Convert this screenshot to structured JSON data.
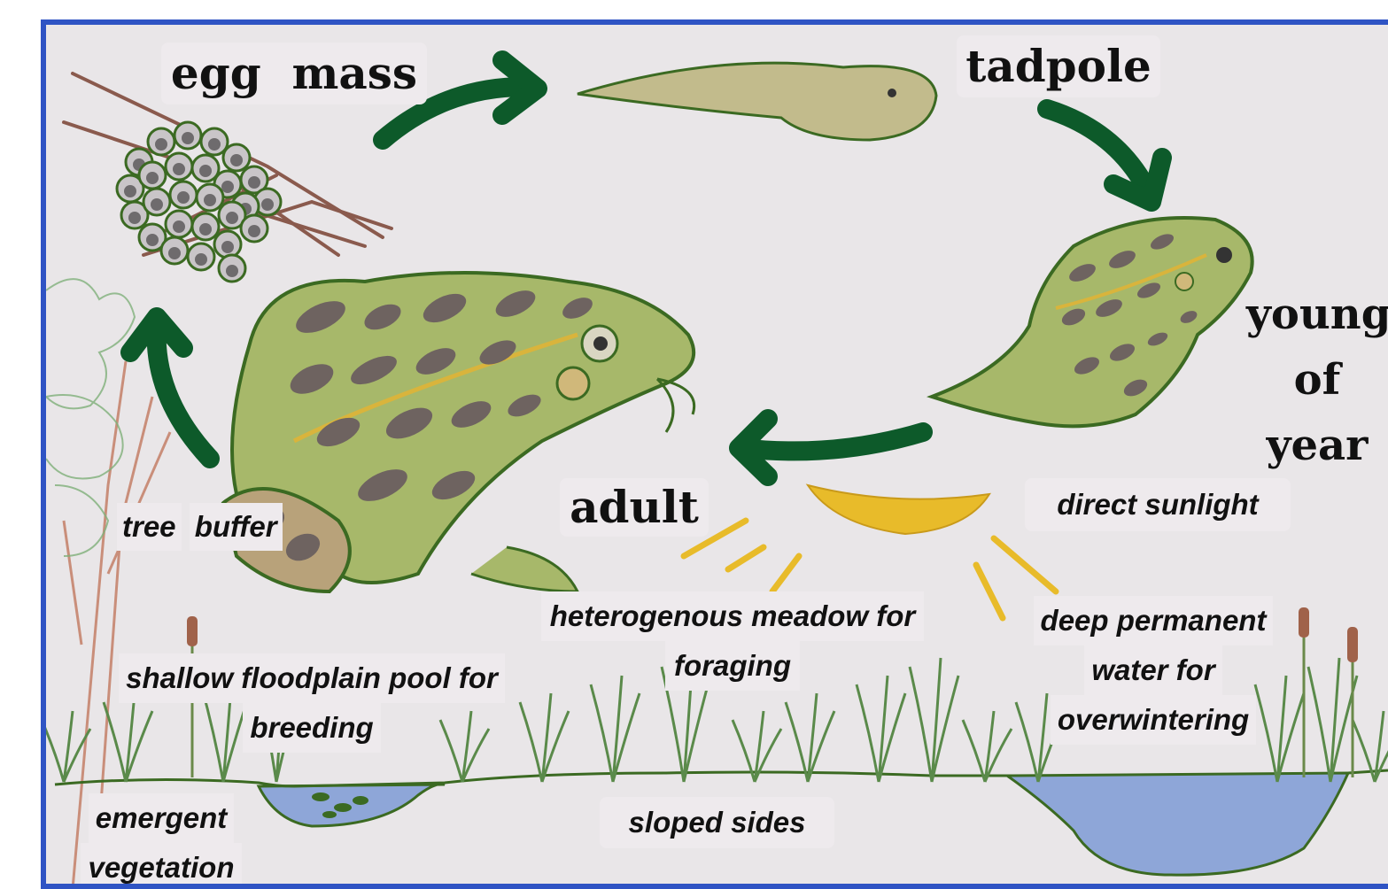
{
  "diagram": {
    "stages": {
      "egg_mass": "egg  mass",
      "tadpole": "tadpole",
      "young_of_year": [
        "young",
        "of",
        "year"
      ],
      "adult": "adult"
    },
    "habitat_labels": {
      "tree_buffer": [
        "tree",
        "buffer"
      ],
      "direct_sunlight": "direct sunlight",
      "heterogenous_meadow": [
        "heterogenous meadow for",
        "foraging"
      ],
      "deep_permanent_water": [
        "deep permanent",
        "water for",
        "overwintering"
      ],
      "shallow_floodplain_pool": [
        "shallow floodplain pool for",
        "breeding"
      ],
      "emergent_vegetation": [
        "emergent",
        "vegetation"
      ],
      "sloped_sides": "sloped sides"
    },
    "colors": {
      "frame_border": "#2f54c4",
      "paper": "#e9e6e8",
      "arrow_green": "#0d5a2a",
      "frog_outline": "#3b6a22",
      "frog_body": "#a7b86a",
      "spot": "#6e6360",
      "water": "#8ea6d8",
      "sun": "#e8bb2a",
      "branch": "#8a5a4d",
      "grass": "#5a8a4a"
    }
  }
}
